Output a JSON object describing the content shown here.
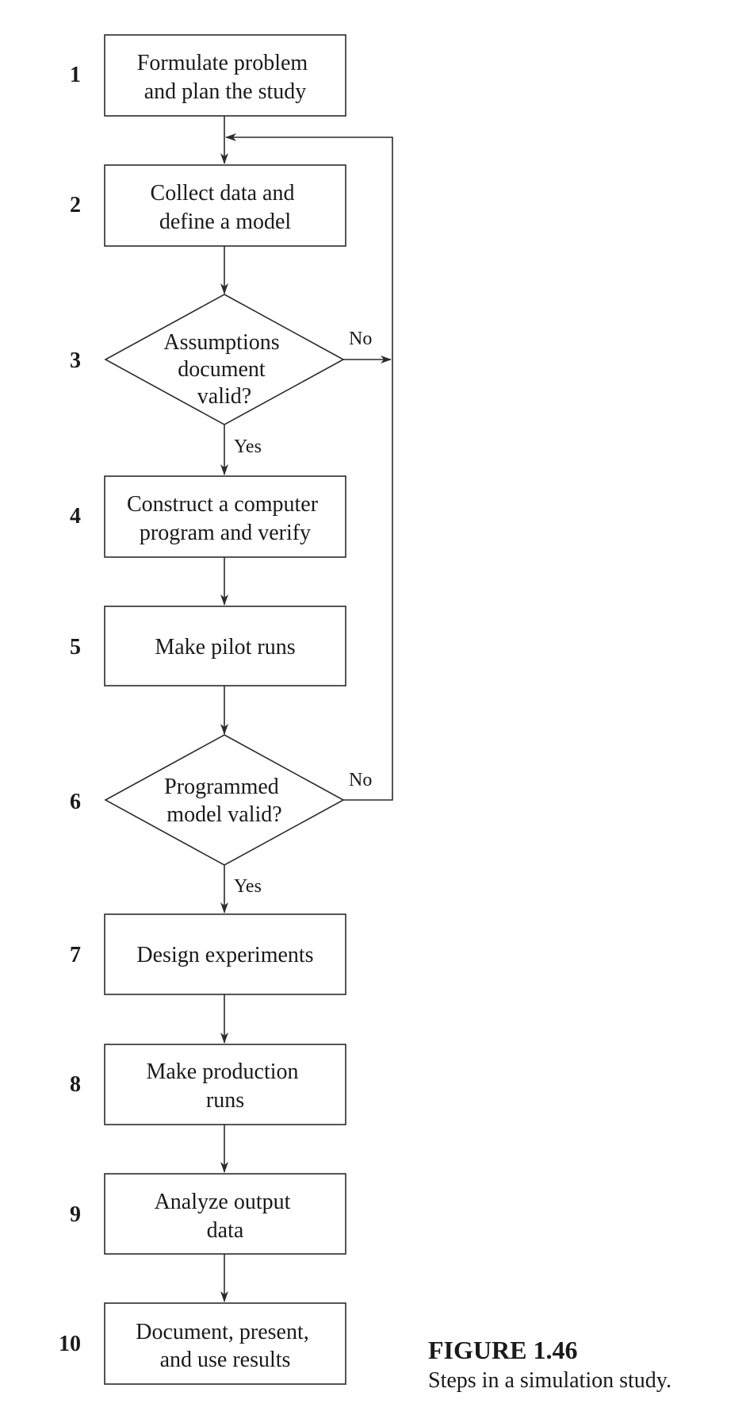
{
  "steps": [
    {
      "number": "1",
      "lines": [
        "Formulate problem",
        "and plan the study"
      ]
    },
    {
      "number": "2",
      "lines": [
        "Collect data and",
        "define a model"
      ]
    },
    {
      "number": "3",
      "lines": [
        "Assumptions",
        "document",
        "valid?"
      ]
    },
    {
      "number": "4",
      "lines": [
        "Construct a computer",
        "program and verify"
      ]
    },
    {
      "number": "5",
      "lines": [
        "Make pilot runs"
      ]
    },
    {
      "number": "6",
      "lines": [
        "Programmed",
        "model valid?"
      ]
    },
    {
      "number": "7",
      "lines": [
        "Design experiments"
      ]
    },
    {
      "number": "8",
      "lines": [
        "Make production",
        "runs"
      ]
    },
    {
      "number": "9",
      "lines": [
        "Analyze output",
        "data"
      ]
    },
    {
      "number": "10",
      "lines": [
        "Document, present,",
        "and use results"
      ]
    }
  ],
  "edge_labels": {
    "step3_no": "No",
    "step3_yes": "Yes",
    "step6_no": "No",
    "step6_yes": "Yes"
  },
  "caption": {
    "title": "FIGURE 1.46",
    "text": "Steps in a simulation study."
  }
}
